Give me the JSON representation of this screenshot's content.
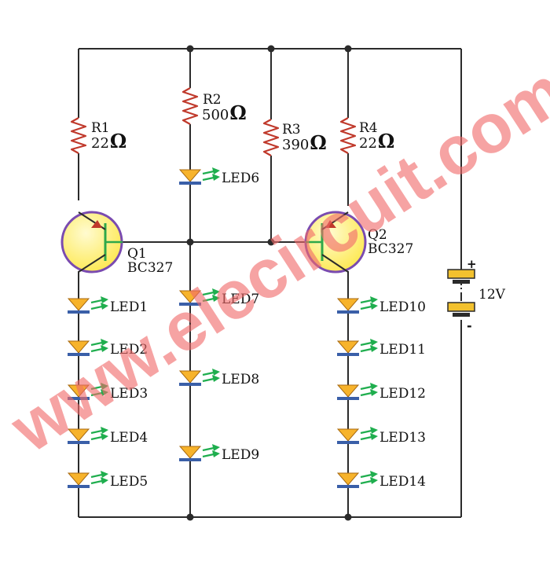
{
  "watermark": "www.elecircuit.com",
  "colors": {
    "wire": "#2b2b2b",
    "resistor": "#c0392b",
    "led_fill": "#f7b32b",
    "led_bar": "#3a5fa8",
    "arrow": "#1fae4e",
    "transistor_fill": "#fff27a",
    "transistor_ring": "#7a4bb0",
    "emitter_arrow": "#c0392b",
    "base": "#2ea84a",
    "battery_fill": "#f2c12e",
    "watermark": "#f06a6a"
  },
  "resistors": [
    {
      "name": "R1",
      "value": "22",
      "unit": "Ω"
    },
    {
      "name": "R2",
      "value": "500",
      "unit": "Ω"
    },
    {
      "name": "R3",
      "value": "390",
      "unit": "Ω"
    },
    {
      "name": "R4",
      "value": "22",
      "unit": "Ω"
    }
  ],
  "transistors": [
    {
      "name": "Q1",
      "part": "BC327"
    },
    {
      "name": "Q2",
      "part": "BC327"
    }
  ],
  "leds": [
    "LED1",
    "LED2",
    "LED3",
    "LED4",
    "LED5",
    "LED6",
    "LED7",
    "LED8",
    "LED9",
    "LED10",
    "LED11",
    "LED12",
    "LED13",
    "LED14"
  ],
  "battery": {
    "voltage": "12V",
    "plus": "+",
    "minus": "-"
  }
}
